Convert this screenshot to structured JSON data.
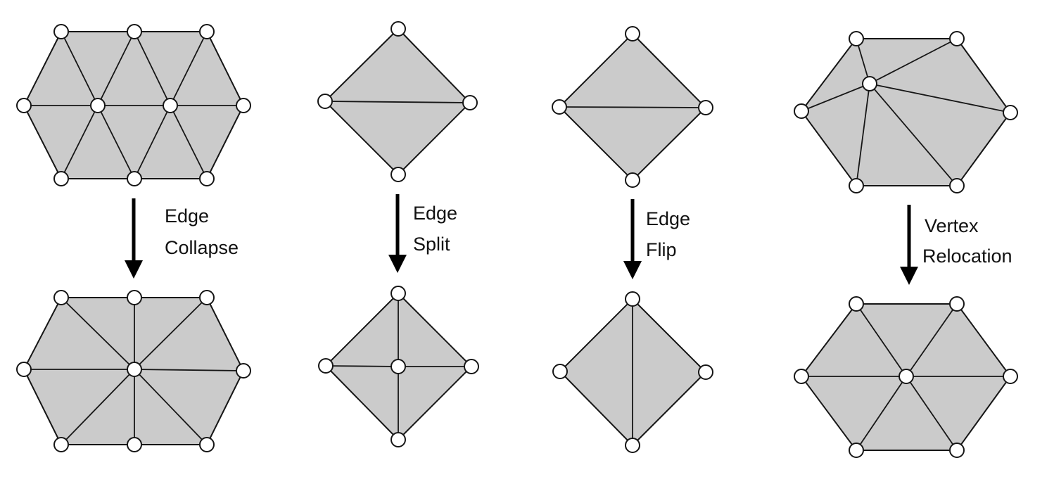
{
  "colors": {
    "face": "#cbcbcb",
    "stroke": "#161616",
    "vertex_fill": "#ffffff",
    "arrow": "#000000",
    "background": "#ffffff"
  },
  "operations": [
    {
      "id": "edge-collapse",
      "label_lines": [
        "Edge",
        "Collapse"
      ]
    },
    {
      "id": "edge-split",
      "label_lines": [
        "Edge",
        "Split"
      ]
    },
    {
      "id": "edge-flip",
      "label_lines": [
        "Edge",
        "Flip"
      ]
    },
    {
      "id": "vertex-relocation",
      "label_lines": [
        "Vertex",
        "Relocation"
      ]
    }
  ]
}
